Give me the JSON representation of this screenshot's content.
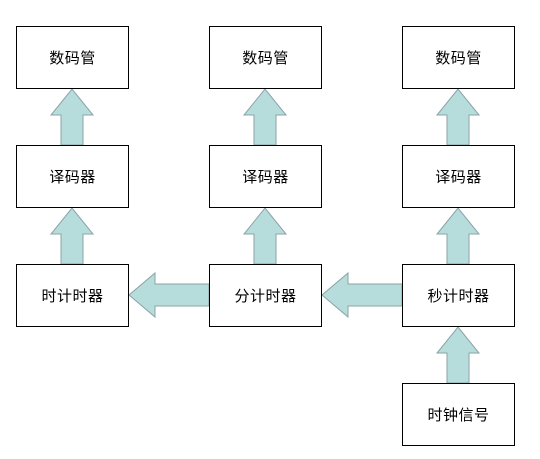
{
  "nodes": {
    "display_hour": "数码管",
    "display_minute": "数码管",
    "display_second": "数码管",
    "decoder_hour": "译码器",
    "decoder_minute": "译码器",
    "decoder_second": "译码器",
    "hour_counter": "时计时器",
    "minute_counter": "分计时器",
    "second_counter": "秒计时器",
    "clock_signal": "时钟信号"
  },
  "colors": {
    "arrow_fill": "#b6dcdc",
    "arrow_stroke": "#8aa3a6",
    "box_border": "#000000"
  }
}
